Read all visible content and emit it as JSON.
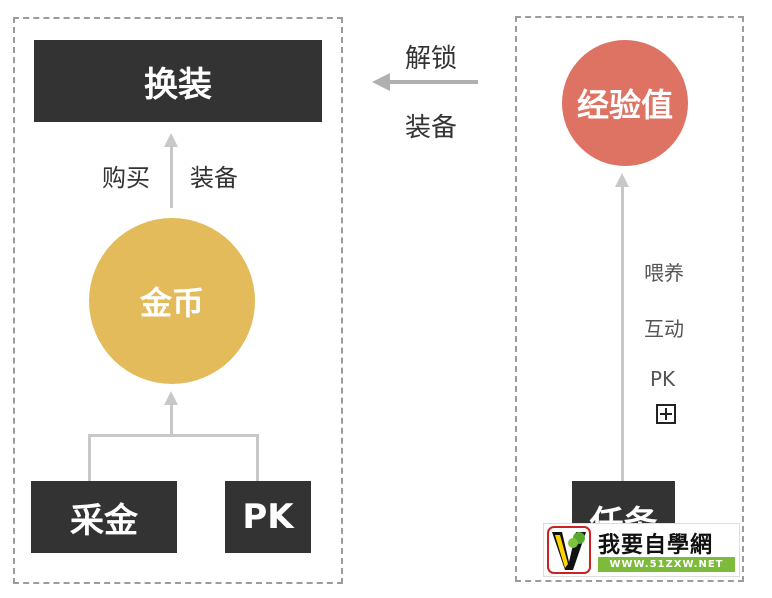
{
  "left": {
    "swap_label": "换装",
    "buy_label": "购买",
    "equip_label": "装备",
    "coin_label": "金币",
    "collect_label": "采金",
    "pk_label": "PK"
  },
  "middle": {
    "unlock_label": "解锁",
    "equip_label": "装备"
  },
  "right": {
    "exp_label": "经验值",
    "feed_label": "喂养",
    "interact_label": "互动",
    "pk_label": "PK",
    "task_label": "任务"
  },
  "watermark": {
    "chinese": "我要自學網",
    "url": "WWW.51ZXW.NET"
  },
  "colors": {
    "box": "#333333",
    "coin": "#e4bb5b",
    "exp": "#de7263",
    "connector": "#c8c8c8",
    "dashed_border": "#9c9c9c"
  },
  "icons": [
    "plus-icon",
    "left-arrow-icon",
    "up-arrow-icon",
    "watermark-logo-icon"
  ]
}
